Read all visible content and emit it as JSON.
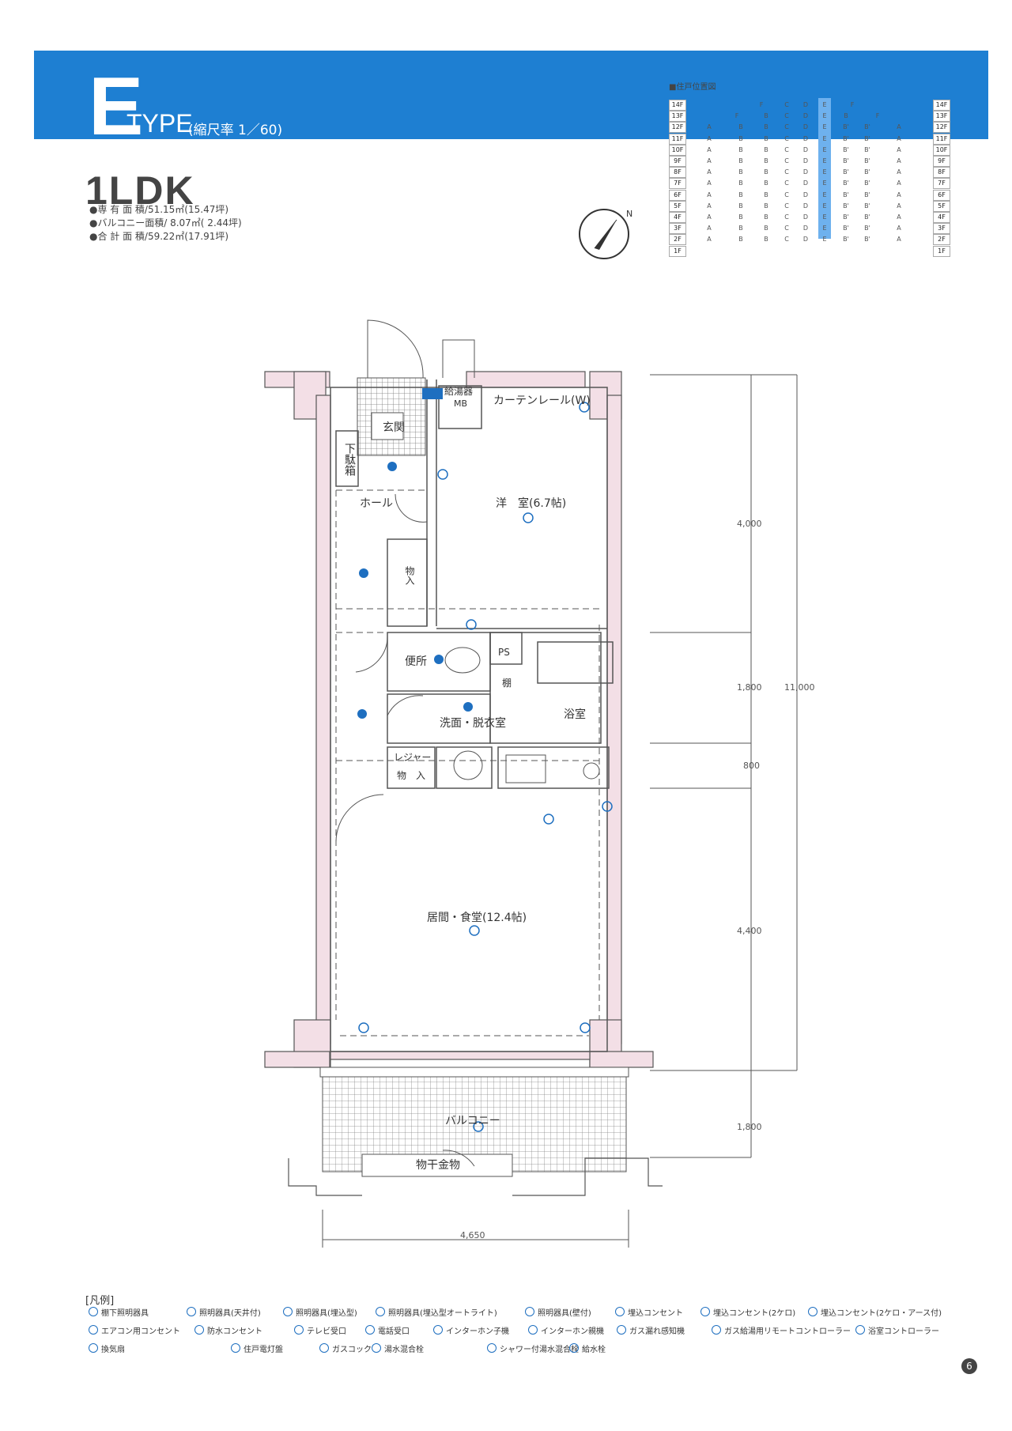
{
  "header": {
    "letter": "E",
    "type_word": "TYPE",
    "scale": "(縮尺率 1／60)"
  },
  "plan": {
    "type": "1LDK",
    "areas": [
      "●専 有 面 積/51.15㎡(15.47坪)",
      "●バルコニー面積/ 8.07㎡( 2.44坪)",
      "●合 計 面 積/59.22㎡(17.91坪)"
    ]
  },
  "unit_position": {
    "title": "■住戸位置図",
    "floors": [
      "14F",
      "13F",
      "12F",
      "11F",
      "10F",
      "9F",
      "8F",
      "7F",
      "6F",
      "5F",
      "4F",
      "3F",
      "2F",
      "1F"
    ],
    "row14": [
      "F",
      "C",
      "D",
      "E",
      "F"
    ],
    "row13": [
      "F",
      "B",
      "C",
      "D",
      "E",
      "B",
      "F"
    ],
    "row_std": [
      "A",
      "B",
      "B",
      "C",
      "D",
      "E",
      "B'",
      "B'",
      "A"
    ]
  },
  "rooms": {
    "entrance": "玄関",
    "water_heater": "給湯器",
    "mb": "MB",
    "curtain_rail": "カーテンレール(W)",
    "shoe_box": "下駄箱",
    "hall": "ホール",
    "western_room": "洋　室(6.7帖)",
    "storage1": "物入",
    "toilet": "便所",
    "ps": "PS",
    "shelf": "棚",
    "bathroom": "浴室",
    "washroom": "洗面・脱衣室",
    "leisure_storage_1": "レジャー",
    "leisure_storage_2": "物　入",
    "living": "居間・食堂(12.4帖)",
    "balcony": "バルコニー",
    "drying_rack": "物干金物"
  },
  "dimensions": {
    "d1": "4,000",
    "d2": "1,800",
    "d3": "800",
    "d4": "4,400",
    "d5": "1,800",
    "total": "11,000",
    "width": "4,650"
  },
  "legend": {
    "title": "[凡例]",
    "items": [
      "棚下照明器具",
      "照明器具(天井付)",
      "照明器具(埋込型)",
      "照明器具(埋込型オートライト)",
      "照明器具(壁付)",
      "埋込コンセント",
      "埋込コンセント(2ケロ)",
      "埋込コンセント(2ケロ・アース付)",
      "エアコン用コンセント",
      "防水コンセント",
      "テレビ受口",
      "電話受口",
      "インターホン子機",
      "インターホン親機",
      "ガス漏れ感知機",
      "ガス給湯用リモートコントローラー",
      "浴室コントローラー",
      "換気扇",
      "住戸電灯盤",
      "ガスコック",
      "湯水混合栓",
      "シャワー付湯水混合栓",
      "給水栓"
    ]
  },
  "page_number": "6",
  "colors": {
    "banner": "#1e7fd2",
    "wall": "#f3dfe6",
    "e_column": "#6eb1ee"
  }
}
